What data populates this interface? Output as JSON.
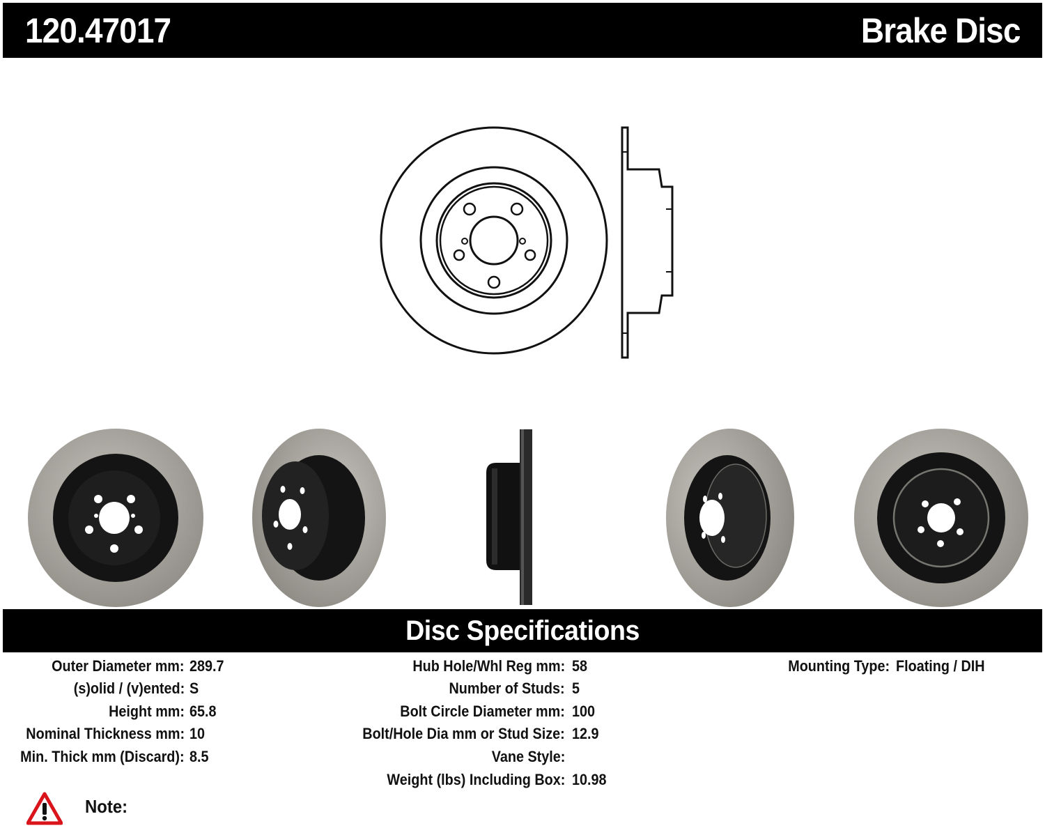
{
  "header": {
    "part_number": "120.47017",
    "product_type": "Brake Disc"
  },
  "section": {
    "title": "Disc Specifications"
  },
  "specs": {
    "column1": [
      {
        "label": "Outer Diameter mm:",
        "value": "289.7"
      },
      {
        "label": "(s)olid / (v)ented:",
        "value": "S"
      },
      {
        "label": "Height mm:",
        "value": "65.8"
      },
      {
        "label": "Nominal Thickness mm:",
        "value": "10"
      },
      {
        "label": "Min. Thick mm (Discard):",
        "value": "8.5"
      }
    ],
    "column2": [
      {
        "label": "Hub Hole/Whl Reg mm:",
        "value": "58"
      },
      {
        "label": "Number of Studs:",
        "value": "5"
      },
      {
        "label": "Bolt Circle Diameter mm:",
        "value": "100"
      },
      {
        "label": "Bolt/Hole Dia mm or Stud Size:",
        "value": "12.9"
      },
      {
        "label": "Vane Style:",
        "value": ""
      },
      {
        "label": "Weight (lbs) Including Box:",
        "value": "10.98"
      }
    ],
    "column3": [
      {
        "label": "Mounting Type:",
        "value": "Floating / DIH"
      }
    ]
  },
  "note": {
    "label": "Note:",
    "icon": "warning-triangle-icon",
    "icon_color": "#d9141b"
  },
  "colors": {
    "bar_background": "#000000",
    "bar_text": "#ffffff",
    "disc_friction_surface": "#a9a7a0",
    "disc_hat_coating": "#151515"
  }
}
